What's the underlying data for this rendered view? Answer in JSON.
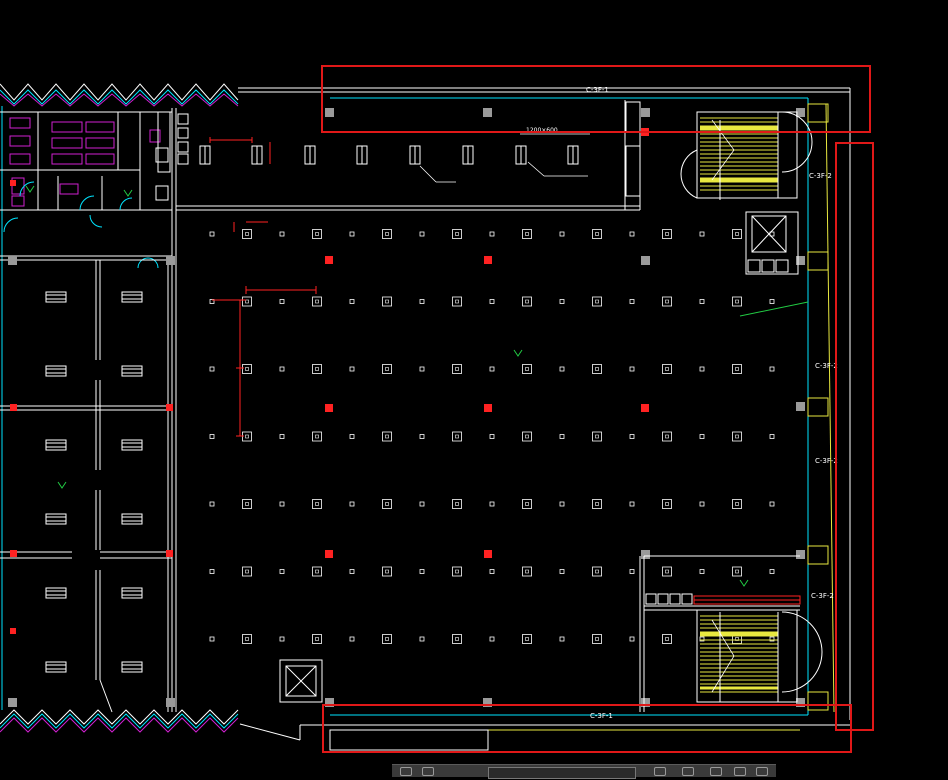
{
  "drawing": {
    "labels": {
      "north_corridor": "C-3F-1",
      "south_corridor": "C-3F-1",
      "east_1": "C-3F-2",
      "east_2": "C-3F-2",
      "east_3": "C-3F-2",
      "east_4": "C-3F-2",
      "skylight_size": "1200×600"
    }
  },
  "colors": {
    "background": "#000000",
    "walls": "#ffffff",
    "cyan": "#00e5ff",
    "magenta": "#d020d0",
    "yellow": "#e8e840",
    "green": "#22cc44",
    "red": "#ff2222",
    "highlight": "#e01818",
    "column": "#9a9a9a"
  }
}
